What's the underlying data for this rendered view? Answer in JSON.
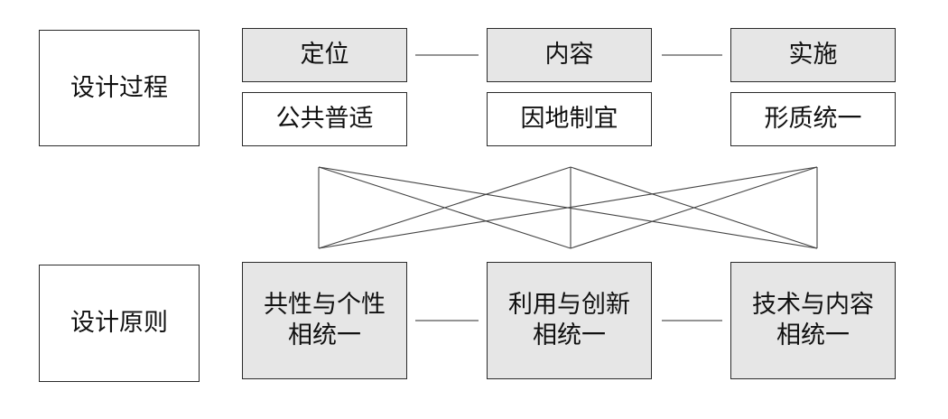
{
  "process": {
    "label": "设计过程",
    "steps": [
      {
        "title": "定位",
        "subtitle": "公共普适"
      },
      {
        "title": "内容",
        "subtitle": "因地制宜"
      },
      {
        "title": "实施",
        "subtitle": "形质统一"
      }
    ]
  },
  "principles": {
    "label": "设计原则",
    "items": [
      {
        "line1": "共性与个性",
        "line2": "相统一"
      },
      {
        "line1": "利用与创新",
        "line2": "相统一"
      },
      {
        "line1": "技术与内容",
        "line2": "相统一"
      }
    ]
  },
  "colors": {
    "box_fill_gray": "#e6e6e6",
    "box_border": "#2a2a2a",
    "line": "#555555"
  }
}
